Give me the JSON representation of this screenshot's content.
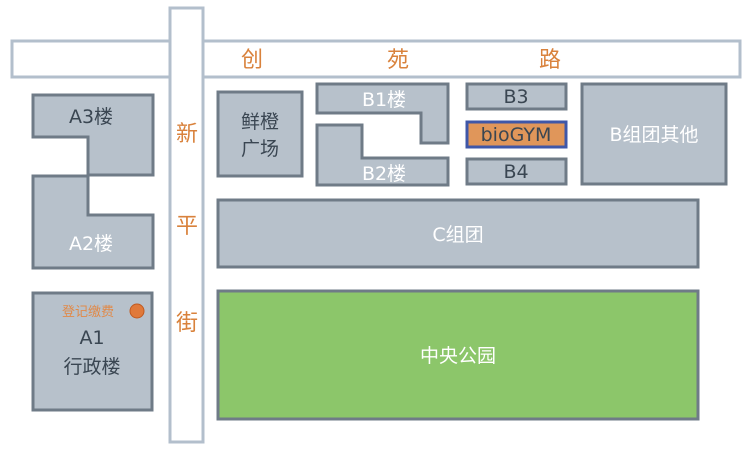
{
  "roads": {
    "horizontal": [
      "创",
      "苑",
      "路"
    ],
    "vertical": [
      "新",
      "平",
      "街"
    ]
  },
  "buildings": {
    "a3": "A3楼",
    "a2": "A2楼",
    "a1_line1": "A1",
    "a1_line2": "行政楼",
    "a1_marker": "登记缴费",
    "square_line1": "鲜橙",
    "square_line2": "广场",
    "b1": "B1楼",
    "b2": "B2楼",
    "b3": "B3",
    "biogym": "bioGYM",
    "b4": "B4",
    "b_other": "B组团其他",
    "c": "C组团",
    "park": "中央公园"
  },
  "colors": {
    "building": "#b7c1cb",
    "park": "#8cc66a",
    "highlight": "#e0965a",
    "road_label": "#d9823c"
  }
}
